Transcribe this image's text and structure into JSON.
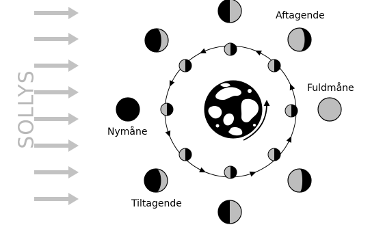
{
  "labels": {
    "sunlight": "SOLLYS",
    "new_moon": "Nymåne",
    "waxing": "Tiltagende",
    "full_moon": "Fuldmåne",
    "waning": "Aftagende"
  },
  "colors": {
    "sun_arrows": "#c2c2c2",
    "sun_text": "#b8b8b8",
    "moon_light": "#bdbdbd",
    "moon_dark": "#000000",
    "orbit": "#000000"
  },
  "icons": {
    "sun_arrow": "right-arrow-icon",
    "earth": "earth-globe-icon"
  }
}
